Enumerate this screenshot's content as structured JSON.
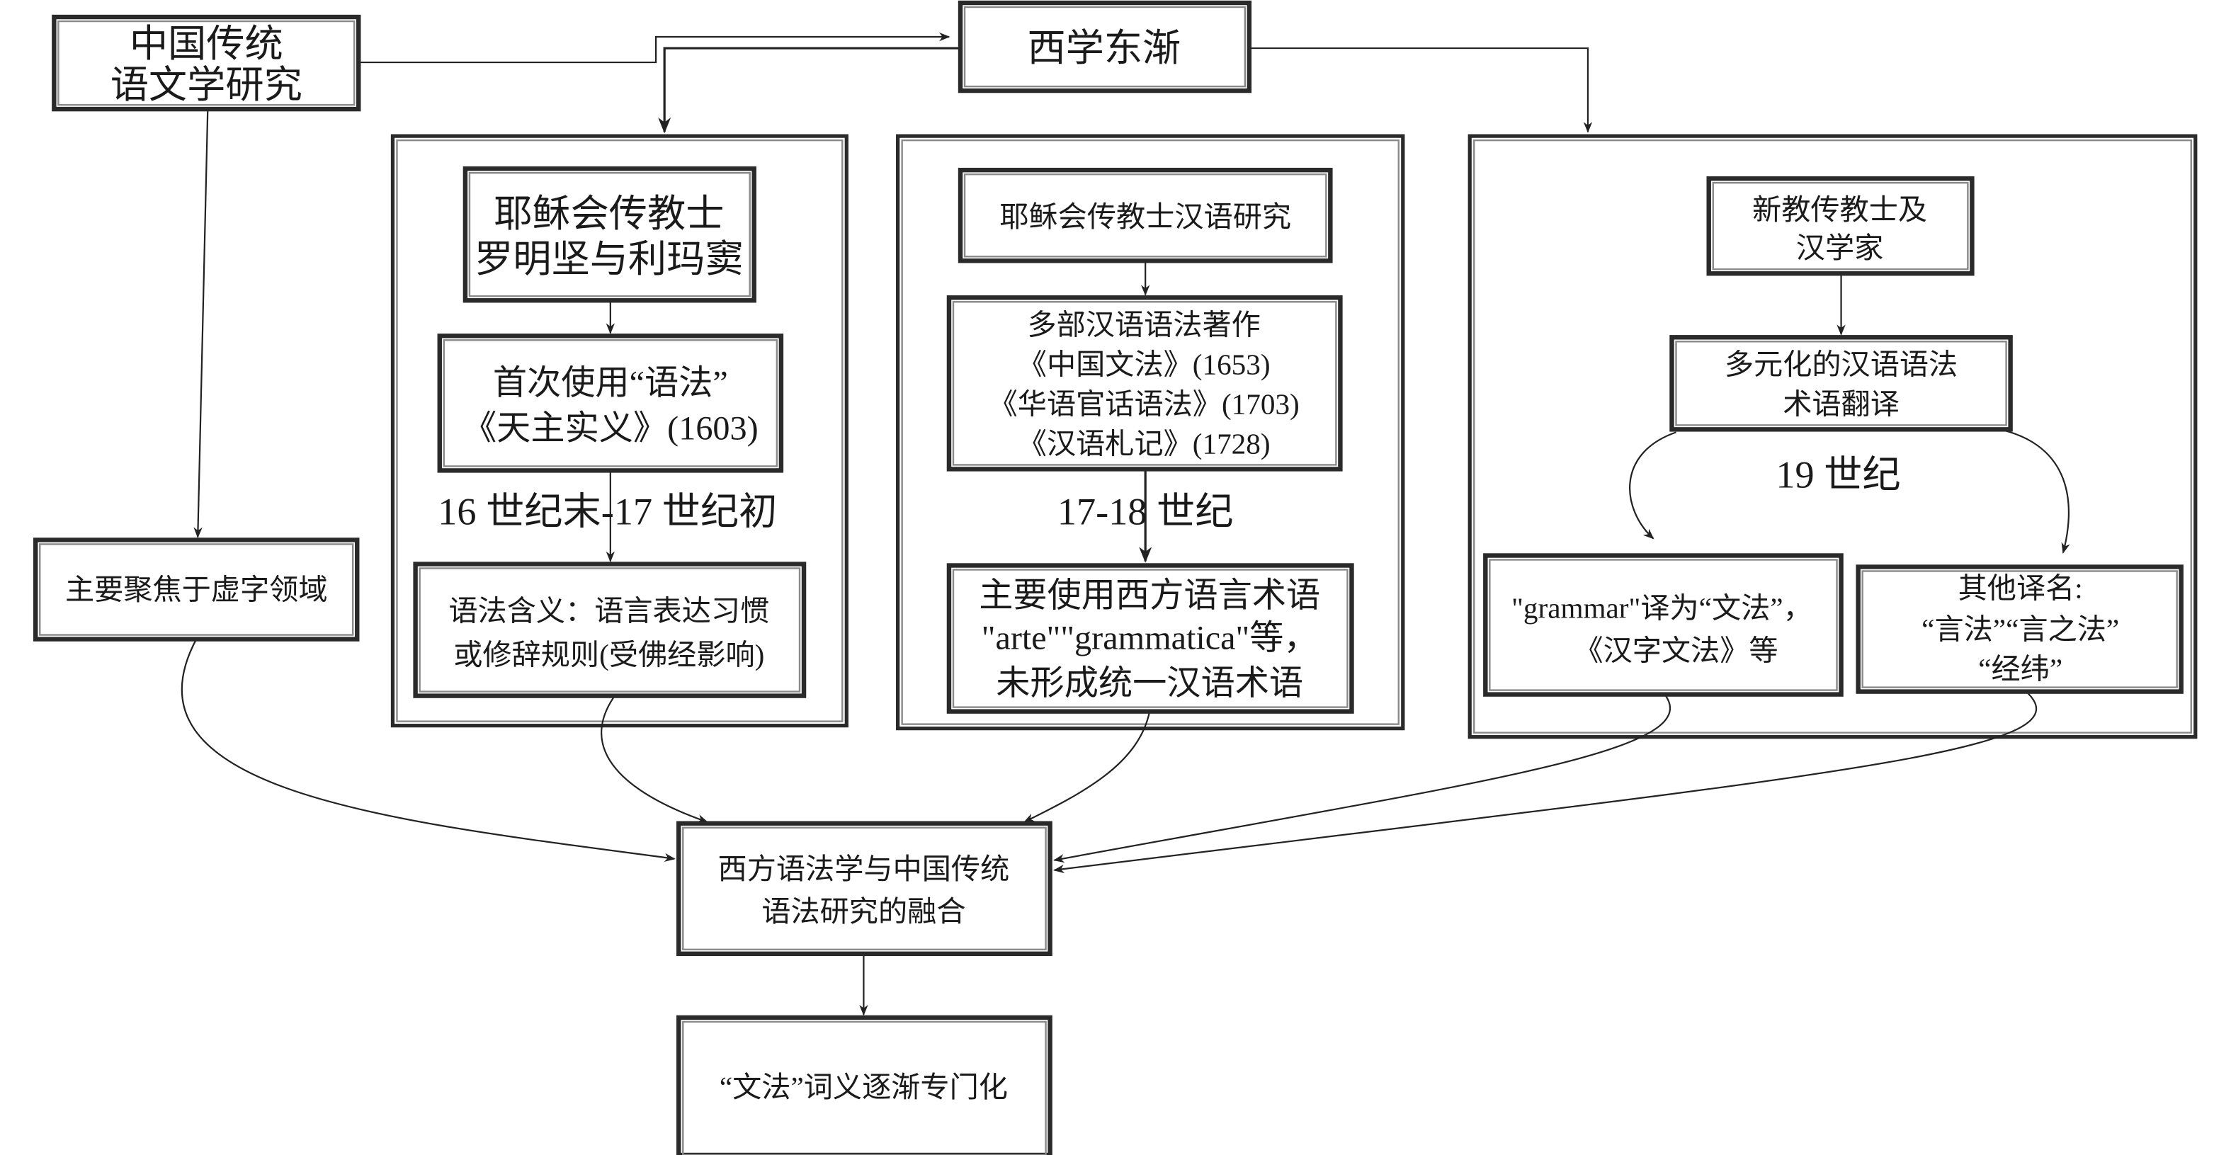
{
  "diagram": {
    "type": "flowchart",
    "nodes": {
      "traditional": {
        "lines": [
          "中国传统",
          "语文学研究"
        ]
      },
      "western_learning": {
        "lines": [
          "西学东渐"
        ]
      },
      "function_words": {
        "lines": [
          "主要聚焦于虚字领域"
        ]
      },
      "jesuit_ruggieri_ricci": {
        "lines": [
          "耶稣会传教士",
          "罗明坚与利玛窦"
        ]
      },
      "first_use": {
        "lines": [
          "首次使用“语法”",
          "《天主实义》(1603)"
        ]
      },
      "meaning": {
        "lines": [
          "语法含义：语言表达习惯",
          "或修辞规则(受佛经影响)"
        ]
      },
      "jesuit_research": {
        "lines": [
          "耶稣会传教士汉语研究"
        ]
      },
      "grammar_works": {
        "lines": [
          "多部汉语语法著作",
          "《中国文法》(1653)",
          "《华语官话语法》(1703)",
          "《汉语札记》(1728)"
        ]
      },
      "western_terms": {
        "lines": [
          "主要使用西方语言术语",
          "\"arte\"\"grammatica\"等，",
          "未形成统一汉语术语"
        ]
      },
      "protestant": {
        "lines": [
          "新教传教士及",
          "汉学家"
        ]
      },
      "diverse_translation": {
        "lines": [
          "多元化的汉语语法",
          "术语翻译"
        ]
      },
      "grammar_wenfa": {
        "lines": [
          "\"grammar\"译为“文法”，",
          "《汉字文法》等"
        ]
      },
      "other_names": {
        "lines": [
          "其他译名:",
          "“言法”“言之法”",
          "“经纬”"
        ]
      },
      "fusion": {
        "lines": [
          "西方语法学与中国传统",
          "语法研究的融合"
        ]
      },
      "specialization": {
        "lines": [
          "“文法”词义逐渐专门化"
        ]
      }
    },
    "eras": {
      "left": "16 世纪末-17 世纪初",
      "middle": "17-18 世纪",
      "right": "19 世纪"
    },
    "edges": [
      {
        "from": "traditional",
        "to": "western_learning"
      },
      {
        "from": "western_learning",
        "to": "left_group"
      },
      {
        "from": "western_learning",
        "to": "right_group"
      },
      {
        "from": "traditional",
        "to": "function_words"
      },
      {
        "from": "jesuit_ruggieri_ricci",
        "to": "first_use"
      },
      {
        "from": "first_use",
        "to": "meaning"
      },
      {
        "from": "jesuit_research",
        "to": "grammar_works"
      },
      {
        "from": "grammar_works",
        "to": "western_terms"
      },
      {
        "from": "protestant",
        "to": "diverse_translation"
      },
      {
        "from": "diverse_translation",
        "to": "grammar_wenfa"
      },
      {
        "from": "diverse_translation",
        "to": "other_names"
      },
      {
        "from": "function_words",
        "to": "fusion"
      },
      {
        "from": "meaning",
        "to": "fusion"
      },
      {
        "from": "western_terms",
        "to": "fusion"
      },
      {
        "from": "grammar_wenfa",
        "to": "fusion"
      },
      {
        "from": "other_names",
        "to": "fusion"
      },
      {
        "from": "fusion",
        "to": "specialization"
      }
    ]
  }
}
